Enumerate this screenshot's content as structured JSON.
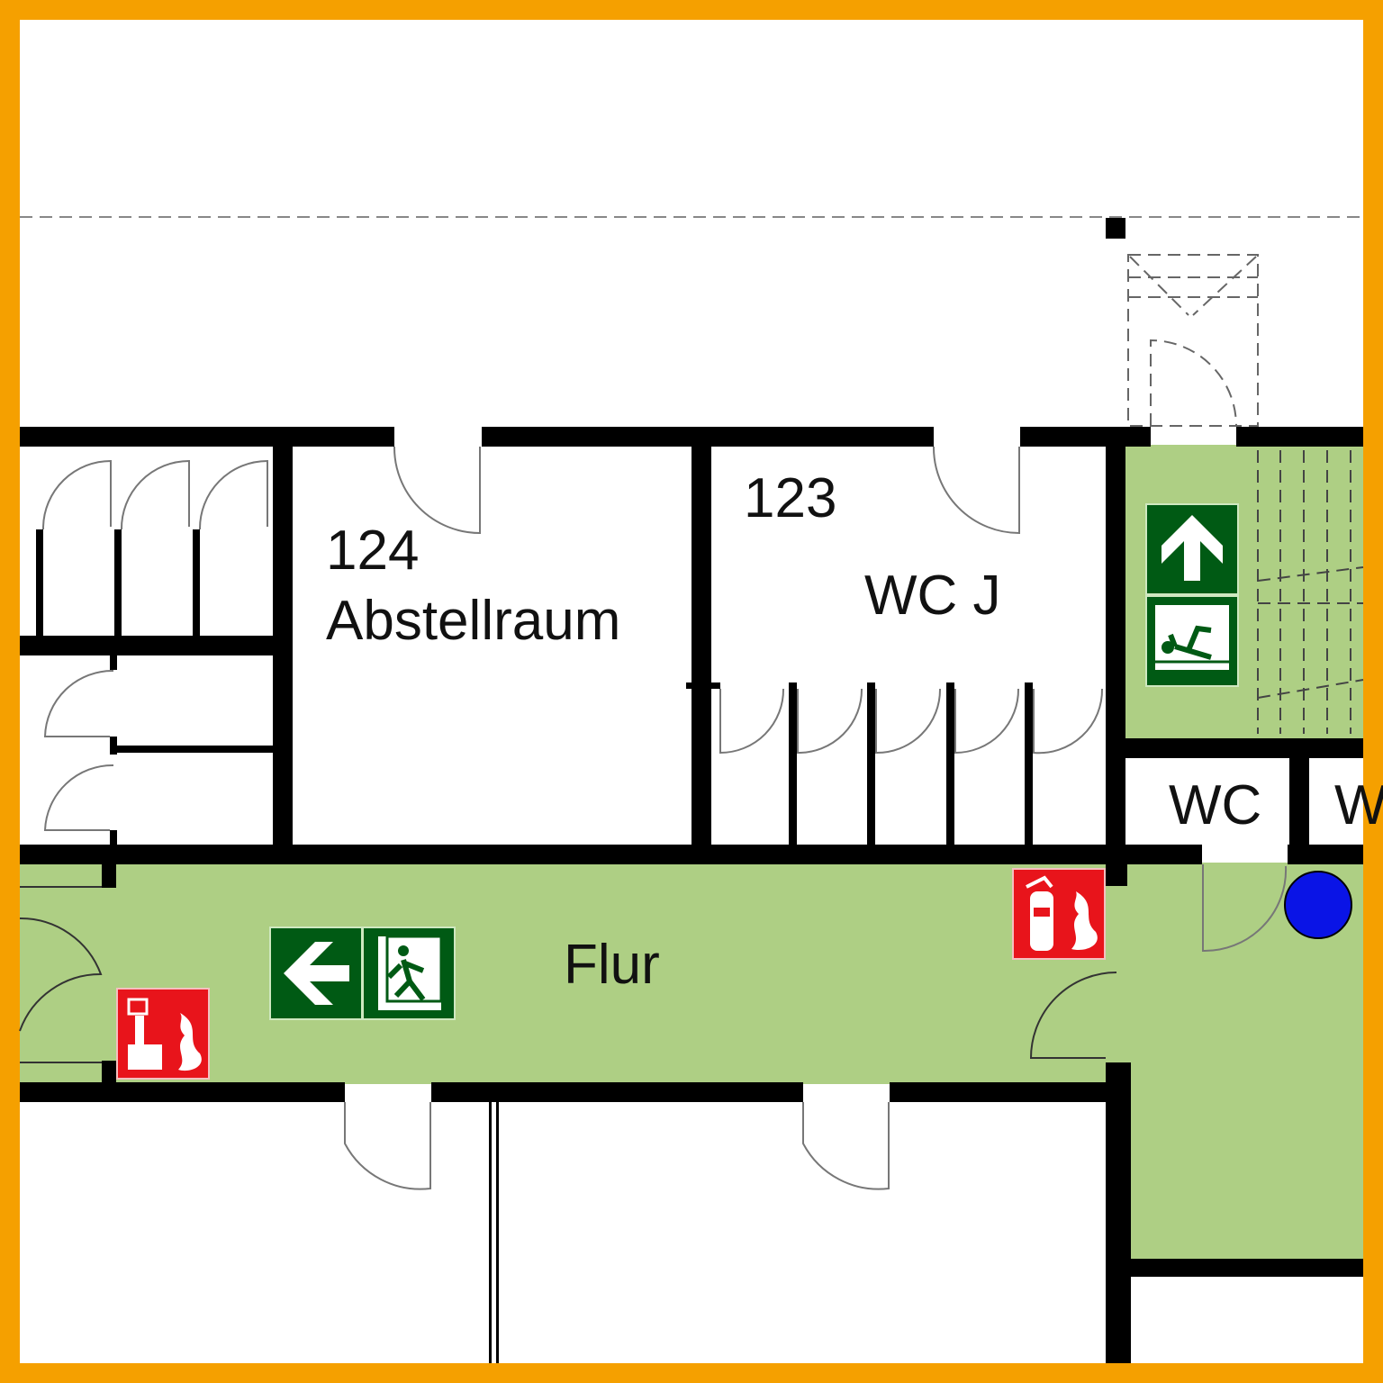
{
  "colors": {
    "frame": "#F5A000",
    "wall": "#000000",
    "escape_route_fill": "#AECF84",
    "safe_sign": "#005A14",
    "fire_sign": "#E8141B",
    "marker": "#0A14E6"
  },
  "rooms": {
    "storage": {
      "number": "124",
      "name": "Abstellraum"
    },
    "wc_j": {
      "number": "123",
      "name": "WC J"
    },
    "wc_right": {
      "name": "WC"
    },
    "wc_right_cut": {
      "name": "W"
    },
    "corridor": {
      "name": "Flur"
    }
  },
  "signs": [
    {
      "type": "exit-arrow-left-icon"
    },
    {
      "type": "emergency-exit-running-man-icon"
    },
    {
      "type": "fire-alarm-call-point-icon"
    },
    {
      "type": "fire-extinguisher-icon"
    },
    {
      "type": "exit-arrow-up-icon"
    },
    {
      "type": "emergency-exit-stairs-icon"
    }
  ]
}
